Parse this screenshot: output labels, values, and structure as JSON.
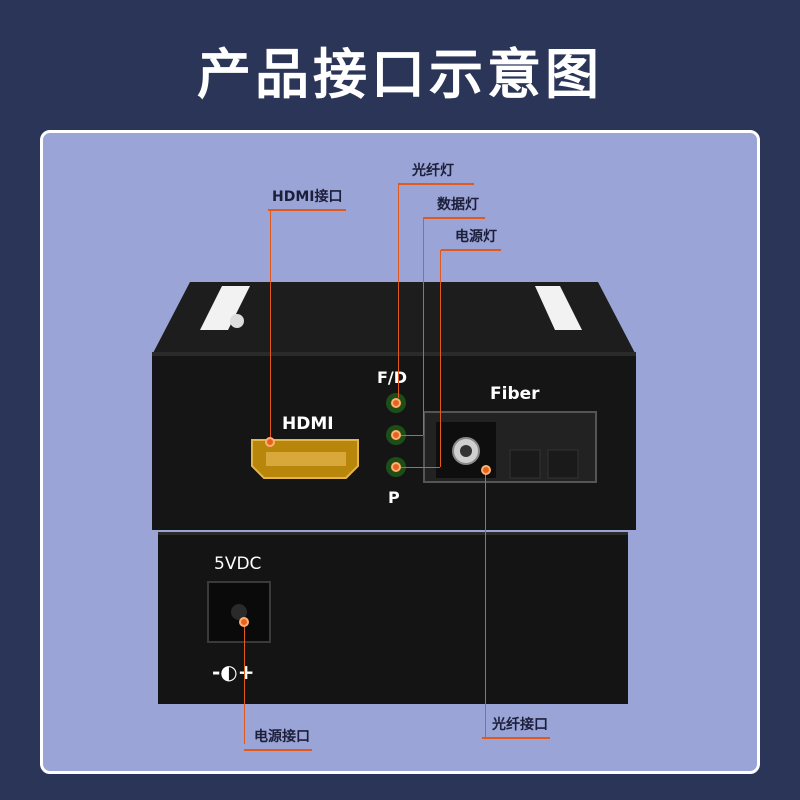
{
  "title": "产品接口示意图",
  "device": {
    "upper": {
      "hdmi_label": "HDMI",
      "fiber_label": "Fiber",
      "led_top": "F/D",
      "led_bottom": "P",
      "brand_icon": "brand-logo-icon"
    },
    "lower": {
      "power_label": "5VDC",
      "polarity_symbol": "-◐+"
    }
  },
  "callouts": {
    "hdmi_port": "HDMI接口",
    "fiber_led": "光纤灯",
    "data_led": "数据灯",
    "power_led": "电源灯",
    "power_port": "电源接口",
    "fiber_port": "光纤接口"
  },
  "colors": {
    "background": "#2b3558",
    "panel": "#9aa4d6",
    "accent_line": "#e05a1e",
    "device_body": "#141414"
  }
}
